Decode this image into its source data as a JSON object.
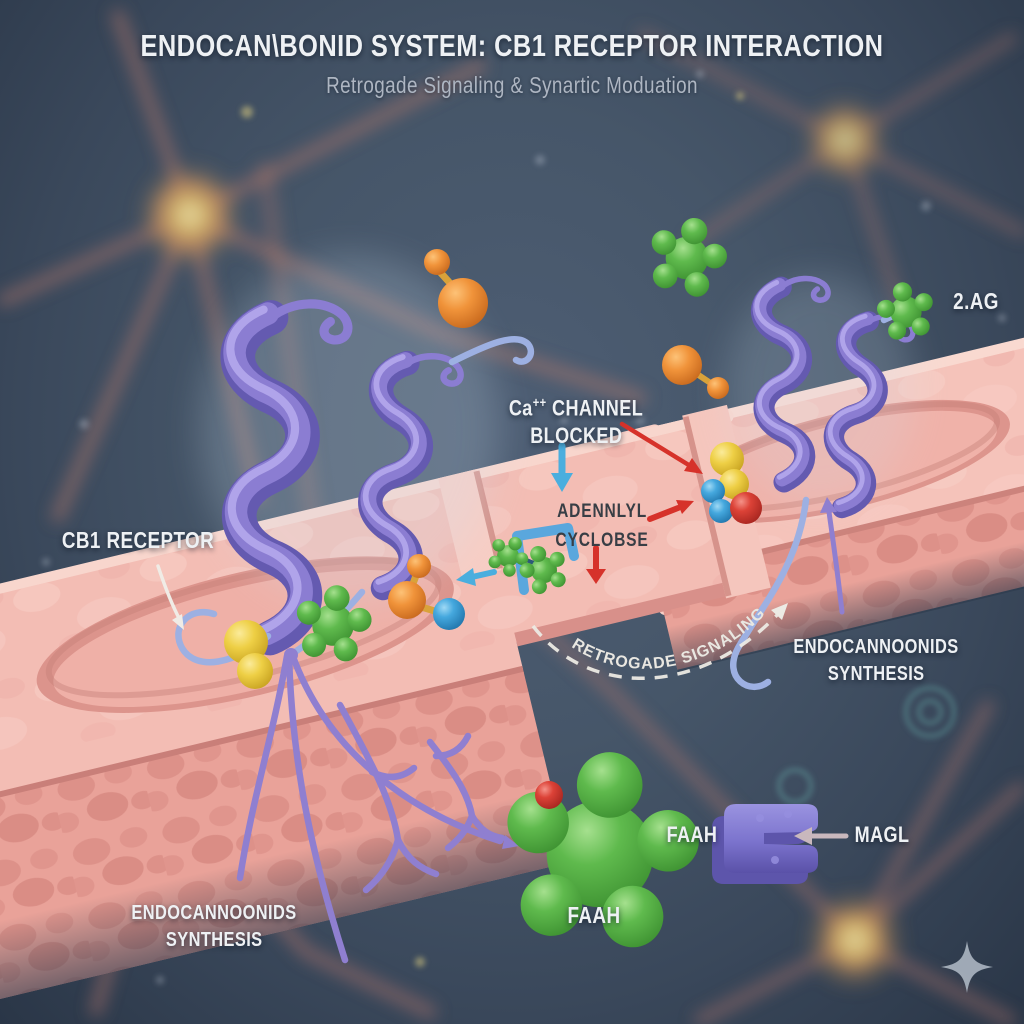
{
  "header": {
    "title": "ENDOCAN\\BONID SYSTEM: CB1 RECEPTOR INTERACTION",
    "subtitle": "Retrogade Signaling & Synartic Moduation"
  },
  "annotations": {
    "cb1_receptor": "CB1 RECEPTOR",
    "ca_channel": {
      "element": "Ca",
      "charge": "++",
      "word": "CHANNEL",
      "word2": "BLOCKED"
    },
    "adenylyl_cyclase": {
      "line1": "ADENNLYL",
      "line2": "CYCLOBSE"
    },
    "retrograde_signaling": "RETROGADE SIGNALING",
    "endocannabinoid_synthesis_right": {
      "line1": "ENDOCANNOONIDS",
      "line2": "SYNTHESIS"
    },
    "endocannabinoid_synthesis_left": {
      "line1": "ENDOCANNOONIDS",
      "line2": "SYNTHESIS"
    },
    "two_ag": "2.AG",
    "faah_enzyme": "FAAH",
    "faah_block": "FAAH",
    "magl_enzyme": "MAGL"
  },
  "legend_icons": {
    "sparkle": "four-point-sparkle"
  },
  "colors": {
    "background": "#42526687",
    "membrane_pink": "#f3bdb4",
    "membrane_cobble": "#e0958d",
    "receptor_purple": "#8b7dd2",
    "enzyme_green": "#5fba4d",
    "molecule_orange": "#f0933a",
    "molecule_yellow": "#eecf45",
    "molecule_blue": "#45a8de",
    "molecule_red": "#dc4237",
    "arrow_red": "#d6322a",
    "arrow_blue": "#4aaede",
    "arrow_purple": "#8f7fd0",
    "label_white": "#eef1f4",
    "label_dark": "#383e45"
  }
}
